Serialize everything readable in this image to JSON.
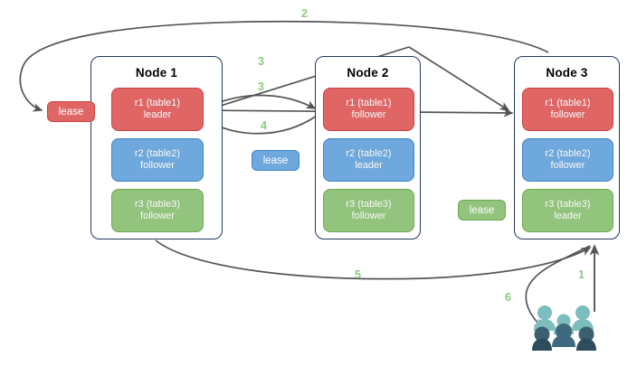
{
  "diagram": {
    "title": "distributed-replica-lease-flow",
    "colors": {
      "red": "#e06666",
      "red_border": "#cc3f3f",
      "blue": "#6fa8dc",
      "blue_border": "#3d85c6",
      "green": "#93c47d",
      "green_border": "#6aa84f",
      "node_border": "#23395d",
      "edge": "#555555",
      "label": "#8cc97e",
      "users_light": "#7cbdbd",
      "users_dark": "#31566b"
    }
  },
  "nodes": [
    {
      "title": "Node 1",
      "replicas": [
        {
          "line1": "r1 (table1)",
          "line2": "leader",
          "color": "red"
        },
        {
          "line1": "r2 (table2)",
          "line2": "follower",
          "color": "blue"
        },
        {
          "line1": "r3 (table3)",
          "line2": "follower",
          "color": "green"
        }
      ]
    },
    {
      "title": "Node 2",
      "replicas": [
        {
          "line1": "r1 (table1)",
          "line2": "follower",
          "color": "red"
        },
        {
          "line1": "r2 (table2)",
          "line2": "leader",
          "color": "blue"
        },
        {
          "line1": "r3 (table3)",
          "line2": "follower",
          "color": "green"
        }
      ]
    },
    {
      "title": "Node 3",
      "replicas": [
        {
          "line1": "r1 (table1)",
          "line2": "follower",
          "color": "red"
        },
        {
          "line1": "r2 (table2)",
          "line2": "follower",
          "color": "blue"
        },
        {
          "line1": "r3 (table3)",
          "line2": "leader",
          "color": "green"
        }
      ]
    }
  ],
  "leases": [
    {
      "label": "lease",
      "color": "red"
    },
    {
      "label": "lease",
      "color": "blue"
    },
    {
      "label": "lease",
      "color": "green"
    }
  ],
  "edge_labels": [
    {
      "text": "2"
    },
    {
      "text": "3"
    },
    {
      "text": "3"
    },
    {
      "text": "4"
    },
    {
      "text": "5"
    },
    {
      "text": "1"
    },
    {
      "text": "6"
    }
  ],
  "icons": {
    "users": "users-group-icon"
  }
}
